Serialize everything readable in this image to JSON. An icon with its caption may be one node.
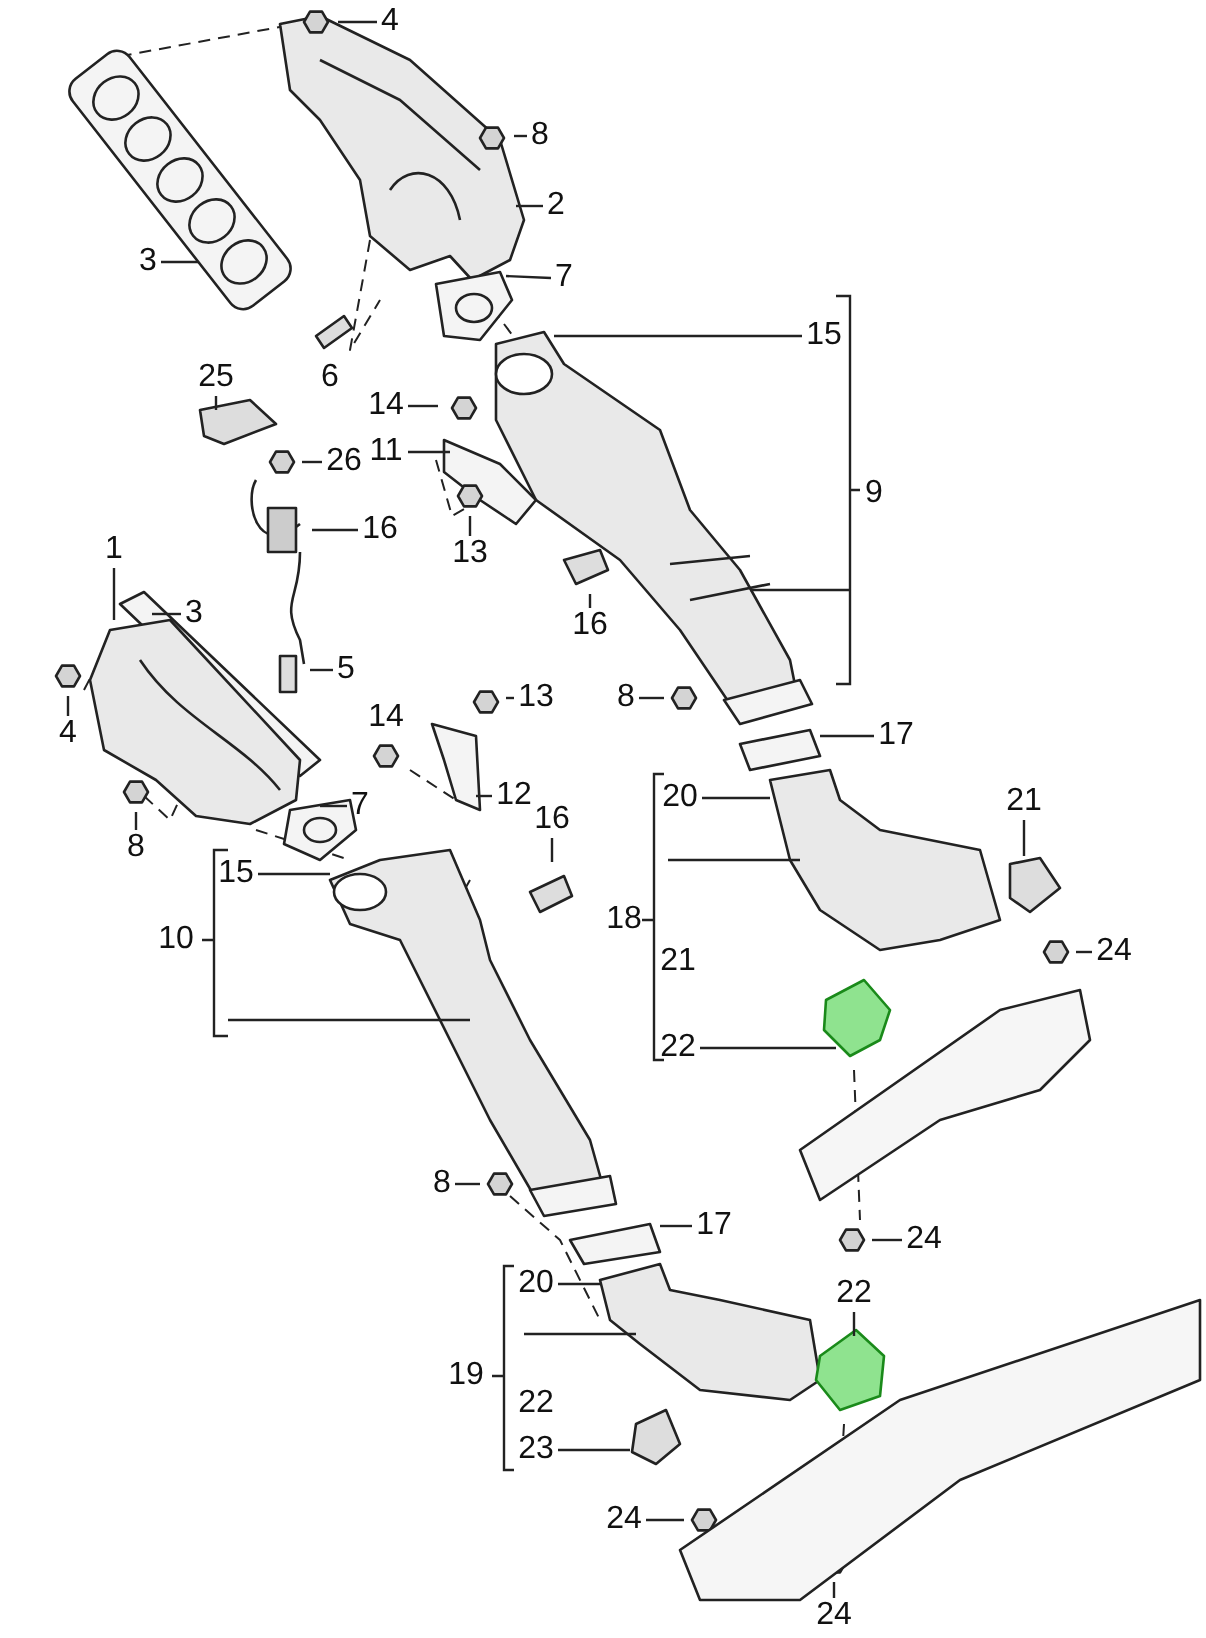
{
  "diagram": {
    "nodes": [
      {
        "text": [
          "4"
        ]
      },
      {
        "text": [
          "8"
        ]
      },
      {
        "text": [
          "2"
        ]
      },
      {
        "text": [
          "3"
        ]
      },
      {
        "text": [
          "7"
        ]
      },
      {
        "text": [
          "15"
        ]
      },
      {
        "text": [
          "25"
        ]
      },
      {
        "text": [
          "14"
        ]
      },
      {
        "text": [
          "11"
        ]
      },
      {
        "text": [
          "26"
        ]
      },
      {
        "text": [
          "16"
        ]
      },
      {
        "text": [
          "1"
        ]
      },
      {
        "text": [
          "13"
        ]
      },
      {
        "text": [
          "3"
        ]
      },
      {
        "text": [
          "16"
        ]
      },
      {
        "text": [
          "5"
        ]
      },
      {
        "text": [
          "8"
        ]
      },
      {
        "text": [
          "13"
        ]
      },
      {
        "text": [
          "4"
        ]
      },
      {
        "text": [
          "17"
        ]
      },
      {
        "text": [
          "12"
        ]
      },
      {
        "text": [
          "20"
        ]
      },
      {
        "text": [
          "21"
        ]
      },
      {
        "text": [
          "7"
        ]
      },
      {
        "text": [
          "16"
        ]
      },
      {
        "text": [
          "8"
        ]
      },
      {
        "text": [
          "15"
        ]
      },
      {
        "text": [
          "24"
        ]
      },
      {
        "text": [
          "22"
        ]
      },
      {
        "text": [
          "8"
        ]
      },
      {
        "text": [
          "17"
        ]
      },
      {
        "text": [
          "24"
        ]
      },
      {
        "text": [
          "20"
        ]
      },
      {
        "text": [
          "22"
        ]
      },
      {
        "text": [
          "23"
        ]
      },
      {
        "text": [
          "24"
        ]
      },
      {
        "text": [
          "24"
        ]
      }
    ],
    "edges": [
      {
        "from": 0,
        "to": null,
        "arrow": "none"
      },
      {
        "from": 1,
        "to": null,
        "arrow": "none"
      },
      {
        "from": 2,
        "to": null,
        "arrow": "none"
      },
      {
        "from": 3,
        "to": null,
        "arrow": "none"
      },
      {
        "from": 4,
        "to": null,
        "arrow": "none"
      },
      {
        "from": 5,
        "to": null,
        "arrow": "none"
      },
      {
        "from": 6,
        "to": null,
        "arrow": "none"
      },
      {
        "from": 7,
        "to": null,
        "arrow": "none"
      },
      {
        "from": 8,
        "to": null,
        "arrow": "none"
      },
      {
        "from": 9,
        "to": null,
        "arrow": "none"
      },
      {
        "from": 10,
        "to": null,
        "arrow": "none"
      },
      {
        "from": 11,
        "to": null,
        "arrow": "none"
      },
      {
        "from": 12,
        "to": null,
        "arrow": "none"
      },
      {
        "from": 13,
        "to": null,
        "arrow": "none"
      },
      {
        "from": 14,
        "to": null,
        "arrow": "none"
      },
      {
        "from": 15,
        "to": null,
        "arrow": "none"
      },
      {
        "from": 16,
        "to": null,
        "arrow": "none"
      },
      {
        "from": 17,
        "to": null,
        "arrow": "none"
      },
      {
        "from": 18,
        "to": null,
        "arrow": "none"
      },
      {
        "from": 19,
        "to": null,
        "arrow": "none"
      },
      {
        "from": 20,
        "to": null,
        "arrow": "none"
      },
      {
        "from": 21,
        "to": null,
        "arrow": "none"
      },
      {
        "from": 22,
        "to": null,
        "arrow": "none"
      },
      {
        "from": 23,
        "to": null,
        "arrow": "none"
      },
      {
        "from": 24,
        "to": null,
        "arrow": "none"
      },
      {
        "from": 25,
        "to": null,
        "arrow": "none"
      },
      {
        "from": 26,
        "to": null,
        "arrow": "none"
      },
      {
        "from": 27,
        "to": null,
        "arrow": "none"
      },
      {
        "from": 28,
        "to": null,
        "arrow": "none"
      },
      {
        "from": 29,
        "to": null,
        "arrow": "none"
      },
      {
        "from": 30,
        "to": null,
        "arrow": "none"
      },
      {
        "from": 31,
        "to": null,
        "arrow": "none"
      },
      {
        "from": 32,
        "to": null,
        "arrow": "none"
      },
      {
        "from": 33,
        "to": null,
        "arrow": "none"
      },
      {
        "from": 34,
        "to": null,
        "arrow": "none"
      },
      {
        "from": 35,
        "to": null,
        "arrow": "none"
      },
      {
        "from": 36,
        "to": null,
        "arrow": "none"
      }
    ],
    "labels": [
      "6",
      "9",
      "14",
      "18",
      "10",
      "21",
      "19",
      "22"
    ]
  }
}
